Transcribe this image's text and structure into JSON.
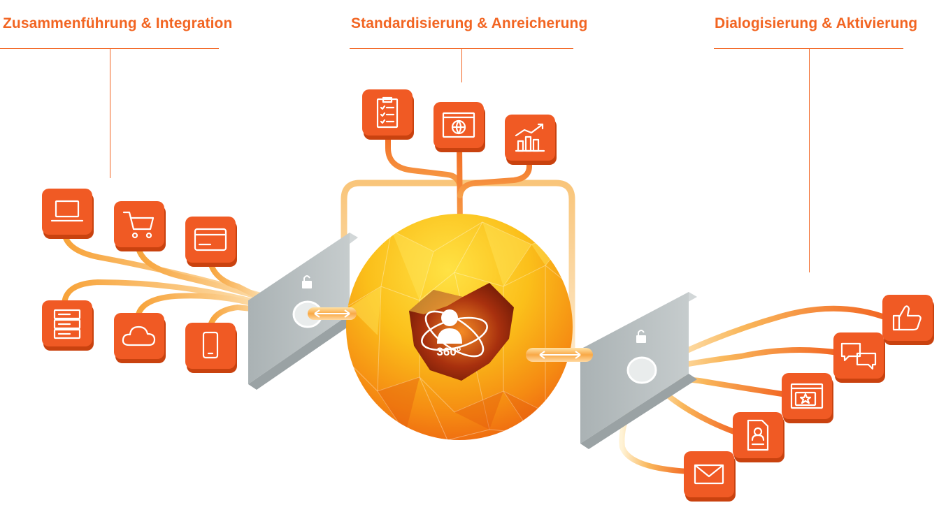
{
  "headings": {
    "left": "Zusammenführung & Integration",
    "center": "Standardisierung & Anreicherung",
    "right": "Dialogisierung & Aktivierung"
  },
  "sphere_label": "360°",
  "colors": {
    "accent": "#f26522",
    "tile": "#f05a24",
    "panel": "#b4bcbe",
    "sphere_light": "#ffd21f",
    "sphere_dark": "#f26a10"
  },
  "icons": {
    "left": [
      "laptop-icon",
      "shopping-cart-icon",
      "credit-card-icon",
      "server-list-icon",
      "cloud-icon",
      "smartphone-icon"
    ],
    "center": [
      "checklist-icon",
      "browser-globe-icon",
      "bar-chart-trend-icon"
    ],
    "right": [
      "thumbs-up-icon",
      "chat-bubbles-icon",
      "browser-star-icon",
      "document-person-icon",
      "envelope-icon"
    ],
    "panels": [
      "lock-icon",
      "lock-icon"
    ]
  }
}
